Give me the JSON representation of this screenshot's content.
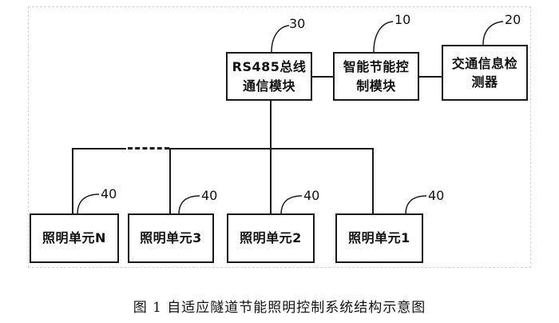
{
  "blocks": {
    "rs485": {
      "line1": "RS485总线",
      "line2": "通信模块",
      "ref": "30"
    },
    "controller": {
      "line1": "智能节能控",
      "line2": "制模块",
      "ref": "10"
    },
    "detector": {
      "line1": "交通信息检",
      "line2": "测器",
      "ref": "20"
    }
  },
  "units": [
    {
      "label": "照明单元N",
      "ref": "40"
    },
    {
      "label": "照明单元3",
      "ref": "40"
    },
    {
      "label": "照明单元2",
      "ref": "40"
    },
    {
      "label": "照明单元1",
      "ref": "40"
    }
  ],
  "caption": "图 1  自适应隧道节能照明控制系统结构示意图"
}
